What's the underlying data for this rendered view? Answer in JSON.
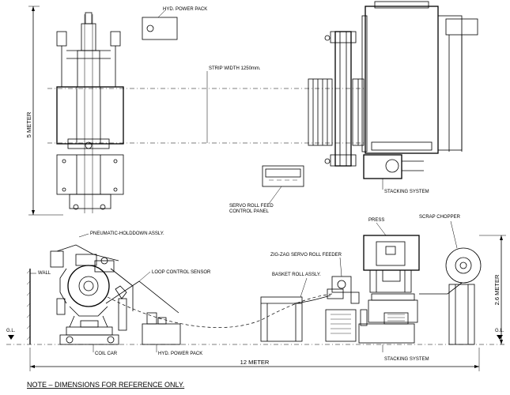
{
  "labels": {
    "hyd_power_pack_top": "HYD. POWER PACK",
    "strip_width": "STRIP WIDTH 1250mm.",
    "servo_panel_line1": "SERVO ROLL FEED",
    "servo_panel_line2": "CONTROL PANEL",
    "stacking_system_top": "STACKING SYSTEM",
    "pneumatic_holddown": "PNEUMATIC-HOLDDOWN ASSLY.",
    "wall": "WALL",
    "loop_control": "LOOP CONTROL SENSOR",
    "coil_car": "COIL CAR",
    "hyd_power_pack_bottom": "HYD. POWER PACK",
    "zigzag_feeder": "ZIG-ZAG SERVO ROLL FEEDER",
    "basket_roll": "BASKET ROLL ASSLY.",
    "press": "PRESS",
    "scrap_chopper": "SCRAP CHOPPER",
    "stacking_system_bottom": "STACKING SYSTEM",
    "gl_left": "G.L.",
    "gl_right": "G.L."
  },
  "dimensions": {
    "height_top": "5 METER",
    "height_side": "2.6 METER",
    "length": "12 METER"
  },
  "note": "NOTE – DIMENSIONS FOR REFERENCE ONLY."
}
